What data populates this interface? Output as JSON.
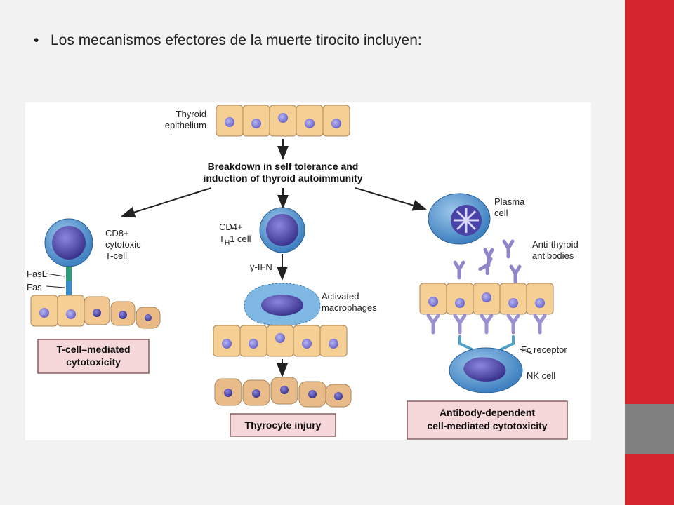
{
  "slide": {
    "bullet_text": "Los mecanismos efectores de la muerte tirocito incluyen:",
    "colors": {
      "sidebar_red": "#d5262e",
      "sidebar_gray": "#808080",
      "background": "#f2f2f2"
    }
  },
  "figure": {
    "thyroid_epithelium": [
      "Thyroid",
      "epithelium"
    ],
    "breakdown": [
      "Breakdown in self tolerance and",
      "induction of thyroid autoimmunity"
    ],
    "cd8": [
      "CD8+",
      "cytotoxic",
      "T-cell"
    ],
    "fasl": "FasL",
    "fas": "Fas",
    "cd4": "CD4+",
    "th1_t": "T",
    "th1_h": "H",
    "th1_rest": "1 cell",
    "ifn": "γ-IFN",
    "macrophages": [
      "Activated",
      "macrophages"
    ],
    "plasma": [
      "Plasma",
      "cell"
    ],
    "antibodies": [
      "Anti-thyroid",
      "antibodies"
    ],
    "fc_receptor": "Fc receptor",
    "nk_cell": "NK cell",
    "box_tcell": [
      "T-cell–mediated",
      "cytotoxicity"
    ],
    "box_injury": "Thyrocyte injury",
    "box_adcc": [
      "Antibody-dependent",
      "cell-mediated cytotoxicity"
    ]
  }
}
